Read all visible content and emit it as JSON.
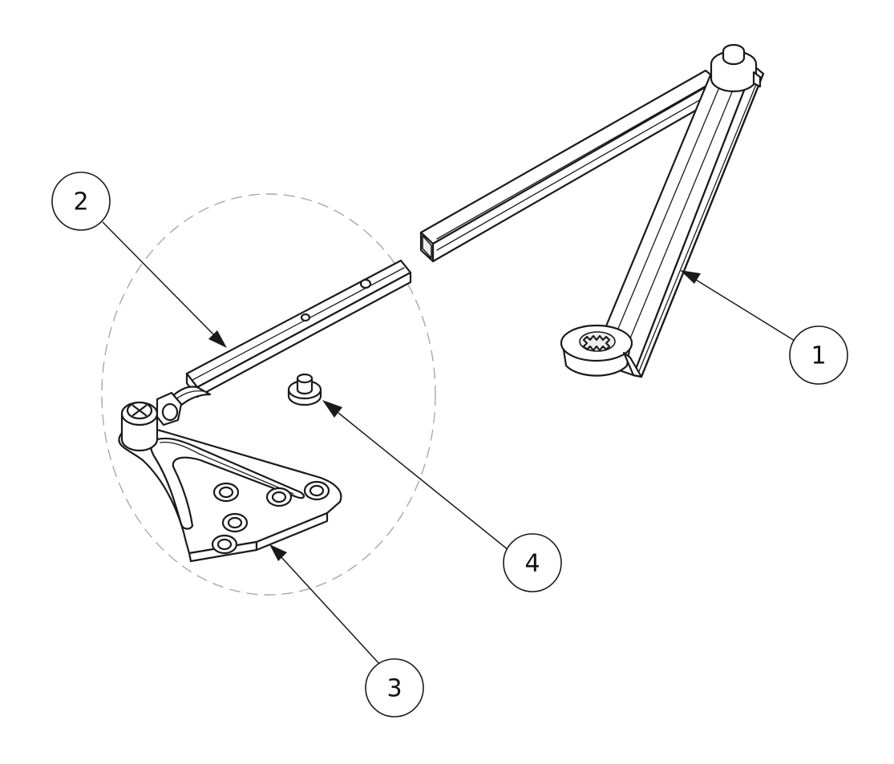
{
  "callouts": [
    {
      "id": "1",
      "label": "1"
    },
    {
      "id": "2",
      "label": "2"
    },
    {
      "id": "3",
      "label": "3"
    },
    {
      "id": "4",
      "label": "4"
    }
  ],
  "colors": {
    "ink": "#1a1a1a",
    "detail_circle": "#a8a8a8",
    "background": "#ffffff"
  }
}
